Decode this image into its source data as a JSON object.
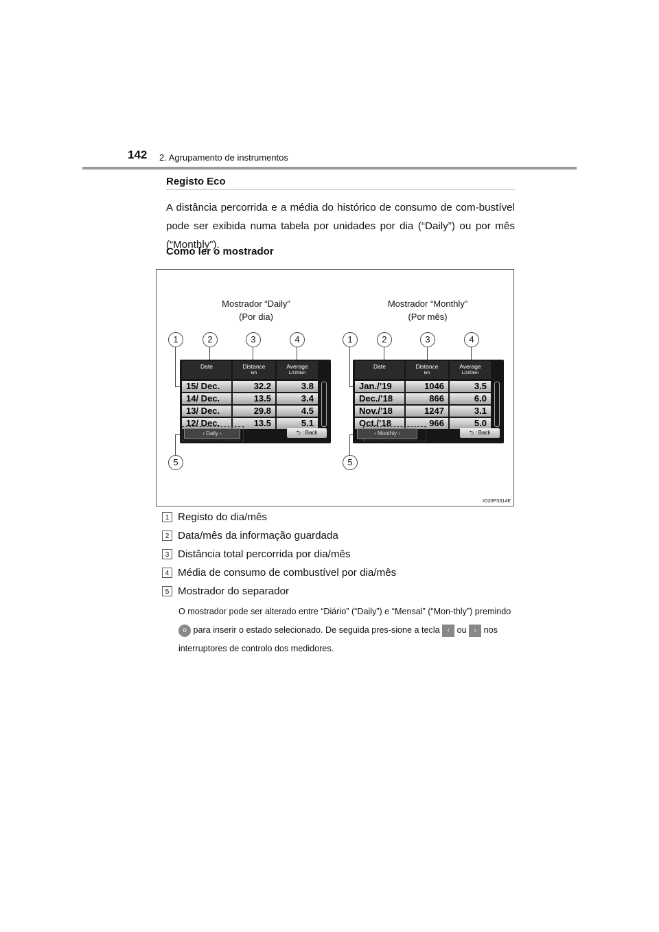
{
  "header": {
    "page_number": "142",
    "chapter": "2. Agrupamento de instrumentos"
  },
  "section": {
    "heading": "Registo Eco",
    "intro": "A distância percorrida e a média do histórico de consumo de com-bustível pode ser exibida numa tabela por unidades por dia (“Daily”) ou por mês (“Monthly”).",
    "subheading": "Como ler o mostrador"
  },
  "figure": {
    "code": "IO20PS314E",
    "daily": {
      "caption1": "Mostrador “Daily”",
      "caption2": "(Por dia)",
      "columns": {
        "date": "Date",
        "distance": "Distance",
        "distance_unit": "km",
        "average": "Average",
        "average_unit": "L/100km"
      },
      "rows": [
        {
          "date": "15/ Dec.",
          "distance": "32.2",
          "average": "3.8"
        },
        {
          "date": "14/ Dec.",
          "distance": "13.5",
          "average": "3.4"
        },
        {
          "date": "13/ Dec.",
          "distance": "29.8",
          "average": "4.5"
        },
        {
          "date": "12/ Dec.",
          "distance": "13.5",
          "average": "5.1"
        }
      ],
      "tab": "‹ Daily ›",
      "back": "⮌ : Back"
    },
    "monthly": {
      "caption1": "Mostrador “Monthly”",
      "caption2": "(Por mês)",
      "columns": {
        "date": "Date",
        "distance": "Distance",
        "distance_unit": "km",
        "average": "Average",
        "average_unit": "L/100km"
      },
      "rows": [
        {
          "date": "Jan./’19",
          "distance": "1046",
          "average": "3.5"
        },
        {
          "date": "Dec./’18",
          "distance": "866",
          "average": "6.0"
        },
        {
          "date": "Nov./’18",
          "distance": "1247",
          "average": "3.1"
        },
        {
          "date": "Oct./’18",
          "distance": "966",
          "average": "5.0"
        }
      ],
      "tab": "‹ Monthly ›",
      "back": "⮌ : Back"
    },
    "callouts": [
      "1",
      "2",
      "3",
      "4",
      "5"
    ]
  },
  "legend": [
    {
      "num": "1",
      "text": "Registo do dia/mês"
    },
    {
      "num": "2",
      "text": "Data/mês da informação guardada"
    },
    {
      "num": "3",
      "text": "Distância total percorrida por dia/mês"
    },
    {
      "num": "4",
      "text": "Média de consumo de combustível por dia/mês"
    },
    {
      "num": "5",
      "text": "Mostrador do separador"
    }
  ],
  "note": {
    "part1": "O mostrador pode ser alterado entre “Diário” (“Daily”) e “Mensal” (“Mon-thly”) premindo",
    "ok_label": "o",
    "part2": "para inserir o estado selecionado. De seguida pres-sione a tecla",
    "left_label": "‹",
    "part3": "ou",
    "right_label": "›",
    "part4": "nos interruptores de controlo dos medidores."
  }
}
